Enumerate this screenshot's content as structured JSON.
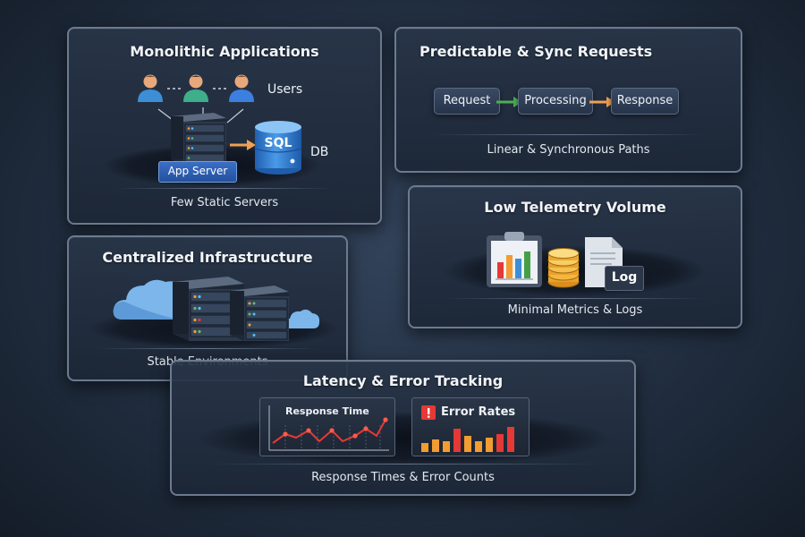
{
  "panels": {
    "monolithic": {
      "title": "Monolithic Applications",
      "users_label": "Users",
      "server_label": "App Server",
      "db_text": "SQL",
      "db_label": "DB",
      "footer": "Few Static Servers"
    },
    "predictable": {
      "title": "Predictable & Sync Requests",
      "flow": [
        "Request",
        "Processing",
        "Response"
      ],
      "footer": "Linear & Synchronous Paths"
    },
    "telemetry": {
      "title": "Low Telemetry Volume",
      "log_label": "Log",
      "footer": "Minimal Metrics & Logs"
    },
    "centralized": {
      "title": "Centralized Infrastructure",
      "footer": "Stable Environments"
    },
    "latency": {
      "title": "Latency & Error Tracking",
      "response_chart_title": "Response Time",
      "error_chart_title": "Error Rates",
      "footer": "Response Times & Error Counts"
    }
  },
  "icons": [
    "user-icon",
    "server-rack-icon",
    "database-icon",
    "arrow-right-icon",
    "clipboard-chart-icon",
    "coin-stack-icon",
    "document-icon",
    "cloud-icon",
    "line-chart-icon",
    "bar-chart-icon",
    "alert-icon"
  ],
  "colors": {
    "arrow_green": "#4caf50",
    "arrow_orange": "#f0a050",
    "error_red": "#e53935",
    "db_blue": "#2f7fd8"
  }
}
